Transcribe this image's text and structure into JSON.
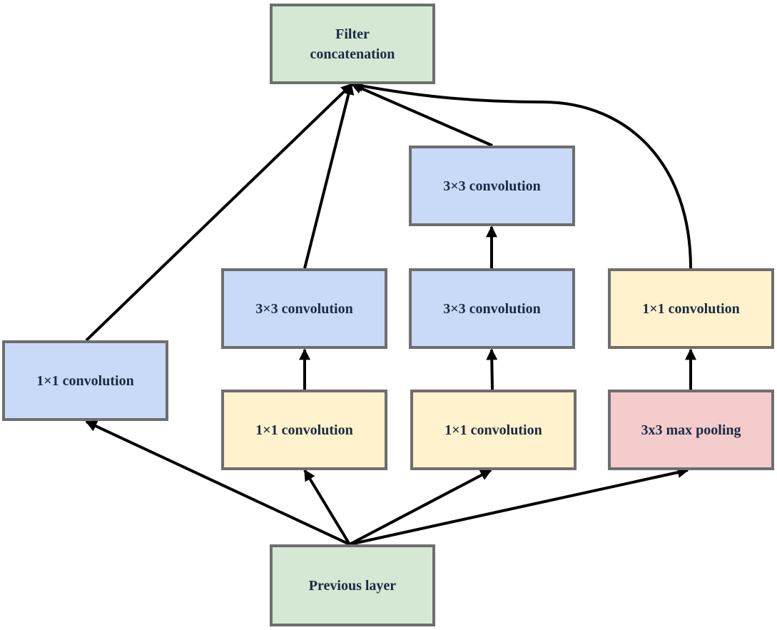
{
  "nodes": {
    "filter_concatenation": {
      "line1": "Filter",
      "line2": "concatenation",
      "color": "#d5e8d4"
    },
    "previous_layer": {
      "label": "Previous layer",
      "color": "#d5e8d4"
    },
    "branch1_conv_1x1": {
      "label": "1×1 convolution",
      "color": "#c8daf7"
    },
    "branch2_conv_1x1": {
      "label": "1×1 convolution",
      "color": "#fff2cc"
    },
    "branch2_conv_3x3": {
      "label": "3×3 convolution",
      "color": "#c8daf7"
    },
    "branch3_conv_1x1": {
      "label": "1×1 convolution",
      "color": "#fff2cc"
    },
    "branch3_conv_3x3_a": {
      "label": "3×3 convolution",
      "color": "#c8daf7"
    },
    "branch3_conv_3x3_b": {
      "label": "3×3 convolution",
      "color": "#c8daf7"
    },
    "branch4_max_pool": {
      "label": "3x3 max pooling",
      "color": "#f4cccc"
    },
    "branch4_conv_1x1": {
      "label": "1×1 convolution",
      "color": "#fff2cc"
    }
  },
  "edges": [
    {
      "from": "previous_layer",
      "to": "branch1_conv_1x1"
    },
    {
      "from": "previous_layer",
      "to": "branch2_conv_1x1"
    },
    {
      "from": "previous_layer",
      "to": "branch3_conv_1x1"
    },
    {
      "from": "previous_layer",
      "to": "branch4_max_pool"
    },
    {
      "from": "branch2_conv_1x1",
      "to": "branch2_conv_3x3"
    },
    {
      "from": "branch3_conv_1x1",
      "to": "branch3_conv_3x3_b"
    },
    {
      "from": "branch3_conv_3x3_b",
      "to": "branch3_conv_3x3_a"
    },
    {
      "from": "branch4_max_pool",
      "to": "branch4_conv_1x1"
    },
    {
      "from": "branch1_conv_1x1",
      "to": "filter_concatenation"
    },
    {
      "from": "branch2_conv_3x3",
      "to": "filter_concatenation"
    },
    {
      "from": "branch3_conv_3x3_a",
      "to": "filter_concatenation"
    },
    {
      "from": "branch4_conv_1x1",
      "to": "filter_concatenation"
    }
  ]
}
